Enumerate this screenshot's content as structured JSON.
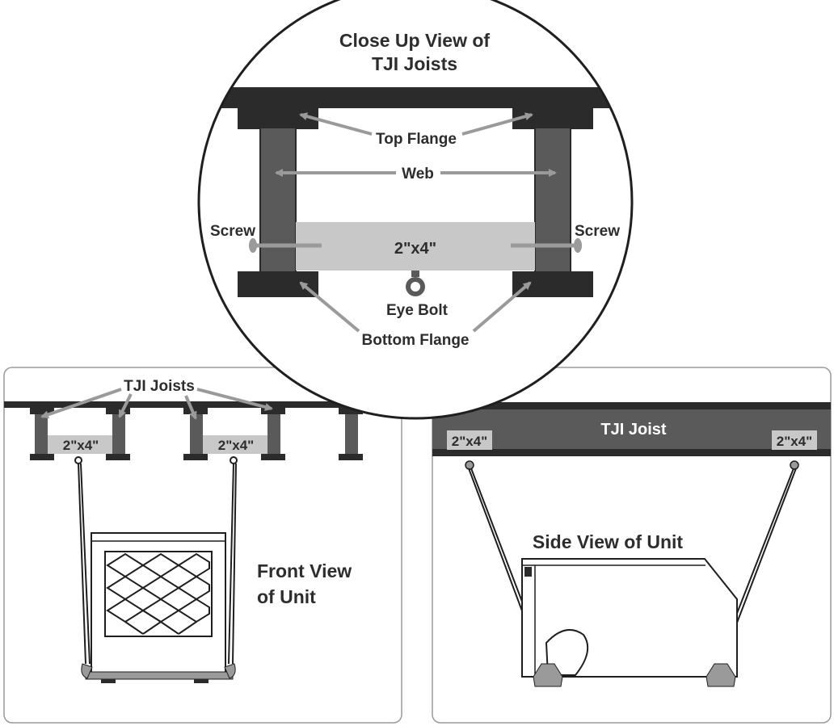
{
  "closeup": {
    "title_line1": "Close Up View of",
    "title_line2": "TJI Joists",
    "top_flange": "Top Flange",
    "web": "Web",
    "screw_left": "Screw",
    "screw_right": "Screw",
    "board": "2\"x4\"",
    "eye_bolt": "Eye Bolt",
    "bottom_flange": "Bottom Flange"
  },
  "front": {
    "joists_label": "TJI Joists",
    "board_left": "2\"x4\"",
    "board_right": "2\"x4\"",
    "title_line1": "Front View",
    "title_line2": "of Unit"
  },
  "side": {
    "joist_label": "TJI Joist",
    "board_left": "2\"x4\"",
    "board_right": "2\"x4\"",
    "title": "Side View of Unit"
  },
  "colors": {
    "flange": "#2b2b2b",
    "web": "#5a5a5a",
    "board": "#c8c8c8",
    "arrow": "#9a9a9a",
    "outline": "#1f1f1f"
  }
}
